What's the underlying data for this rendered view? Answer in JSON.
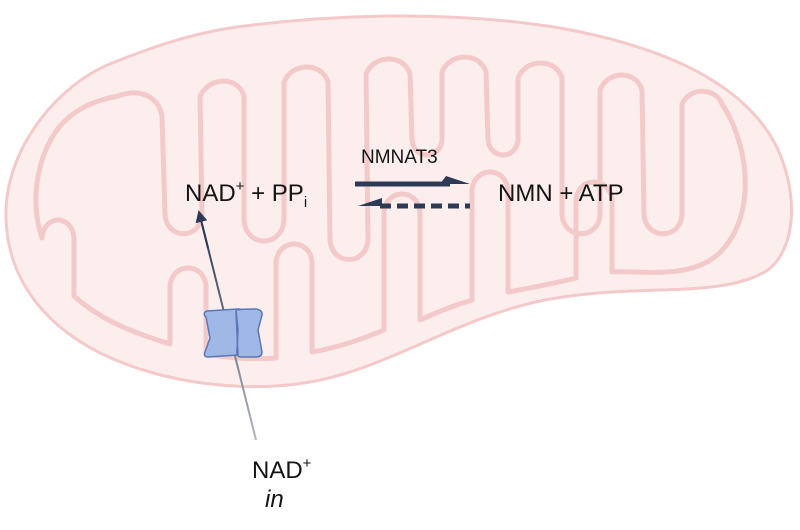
{
  "reaction": {
    "enzyme": "NMNAT3",
    "left_side": {
      "nad": "NAD",
      "nad_charge": "+",
      "joiner": " + PP",
      "pp_subscript": "i"
    },
    "right_side": "NMN + ATP"
  },
  "transport": {
    "nad": "NAD",
    "nad_charge": "+",
    "location": "in"
  },
  "colors": {
    "mitochondrion_fill": "#fdeeee",
    "mitochondrion_outline": "#f4c9c9",
    "arrow_dark": "#2d3a55",
    "transporter_fill": "#9fb8e6",
    "transporter_stroke": "#5a77b8"
  }
}
